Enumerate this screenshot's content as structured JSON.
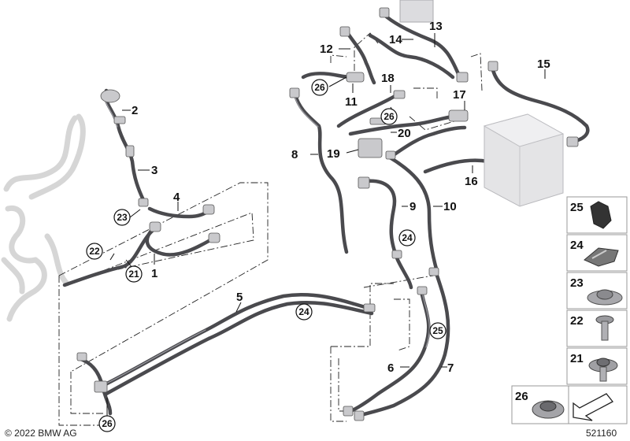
{
  "diagram": {
    "part_labels": [
      "1",
      "2",
      "3",
      "4",
      "5",
      "6",
      "7",
      "8",
      "9",
      "10",
      "11",
      "12",
      "13",
      "14",
      "15",
      "16",
      "17",
      "18",
      "19",
      "20"
    ],
    "circled_refs": [
      "26",
      "23",
      "22",
      "21",
      "24",
      "24",
      "25",
      "26",
      "26"
    ],
    "legend_items": [
      "25",
      "24",
      "23",
      "22",
      "21",
      "26"
    ],
    "copyright": "© 2022 BMW AG",
    "drawing_number": "521160"
  }
}
